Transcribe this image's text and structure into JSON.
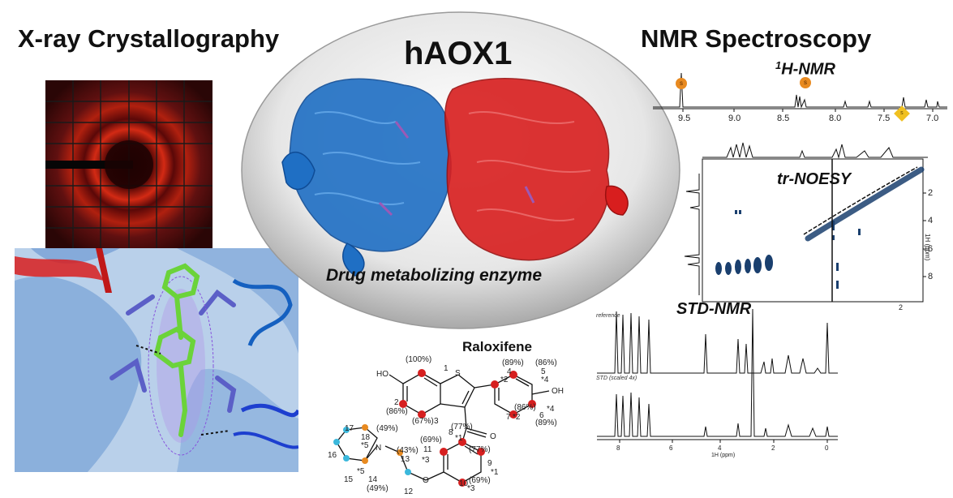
{
  "titles": {
    "left": "X-ray Crystallography",
    "right": "NMR Spectroscopy",
    "center": "hAOX1",
    "caption": "Drug metabolizing enzyme",
    "molecule": "Raloxifene"
  },
  "spectra": {
    "h1_label": "1H-NMR",
    "h1_sup": "1",
    "h1_rest": "H-NMR",
    "h1_ticks": [
      "9.5",
      "9.0",
      "8.5",
      "8.0",
      "7.5",
      "7.0"
    ],
    "h1_markers": [
      "s",
      "s",
      "s"
    ],
    "noesy_label": "tr-NOESY",
    "noesy_yticks": [
      "2",
      "4",
      "6",
      "8"
    ],
    "noesy_ylabel": "1H (ppm)",
    "noesy_xtick": "2",
    "std_label": "STD-NMR",
    "std_reference": "reference",
    "std_scaled": "STD (scaled 4x)",
    "std_ticks": [
      "8",
      "6",
      "4",
      "2",
      "0"
    ],
    "std_xlabel": "1H (ppm)"
  },
  "molecule_labels": {
    "ho_left": "HO",
    "oh_right": "OH",
    "s": "S",
    "o_carbonyl": "O",
    "o_ether": "O",
    "n": "N",
    "pct": [
      "(100%)",
      "(86%)",
      "(89%)",
      "(86%)",
      "(67%)",
      "(86%)",
      "(89%)",
      "(77%)",
      "(69%)",
      "(77%)",
      "(43%)",
      "(49%)",
      "(49%)",
      "(69%)"
    ],
    "nums": [
      "1",
      "2",
      "3",
      "4",
      "5",
      "6",
      "7",
      "*2",
      "*4",
      "*2",
      "*4",
      "8",
      "*1",
      "9",
      "10",
      "*3",
      "11",
      "*3",
      "13",
      "12",
      "14",
      "*5",
      "15",
      "16",
      "17",
      "18",
      "*5",
      "*1"
    ]
  },
  "colors": {
    "blue_chain": "#1f6fc4",
    "red_chain": "#d81e1e",
    "nmr_contour": "#1a3f6e",
    "marker_red": "#d61f1f",
    "marker_orange": "#e88a20",
    "marker_cyan": "#3bb8dc"
  }
}
